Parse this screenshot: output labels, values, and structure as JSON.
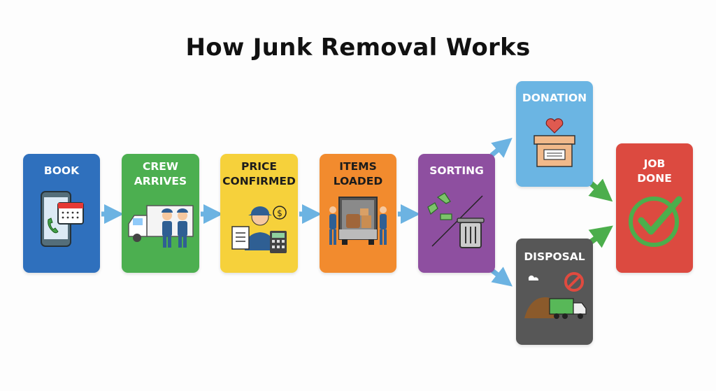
{
  "title": "How Junk Removal Works",
  "steps": [
    {
      "id": "book",
      "label": "BOOK",
      "color": "#2f70bd",
      "icon": "phone-calendar-icon"
    },
    {
      "id": "crew",
      "label_line1": "CREW",
      "label_line2": "ARRIVES",
      "color": "#4caf50",
      "icon": "truck-crew-icon"
    },
    {
      "id": "price",
      "label_line1": "PRICE",
      "label_line2": "CONFIRMED",
      "color": "#f6d13b",
      "icon": "clipboard-calculator-icon"
    },
    {
      "id": "items",
      "label_line1": "ITEMS",
      "label_line2": "LOADED",
      "color": "#f28b2e",
      "icon": "loading-truck-icon"
    },
    {
      "id": "sorting",
      "label": "SORTING",
      "color": "#8e4fa0",
      "icon": "recycle-trash-icon"
    },
    {
      "id": "donation",
      "label": "DONATION",
      "color": "#6bb5e3",
      "icon": "donation-box-icon"
    },
    {
      "id": "disposal",
      "label": "DISPOSAL",
      "color": "#575757",
      "icon": "landfill-truck-icon"
    },
    {
      "id": "done",
      "label_line1": "JOB",
      "label_line2": "DONE",
      "color": "#dc4a40",
      "icon": "check-circle-icon"
    }
  ],
  "arrow_colors": {
    "flow": "#6cb3e2",
    "finish": "#4cae4c"
  }
}
